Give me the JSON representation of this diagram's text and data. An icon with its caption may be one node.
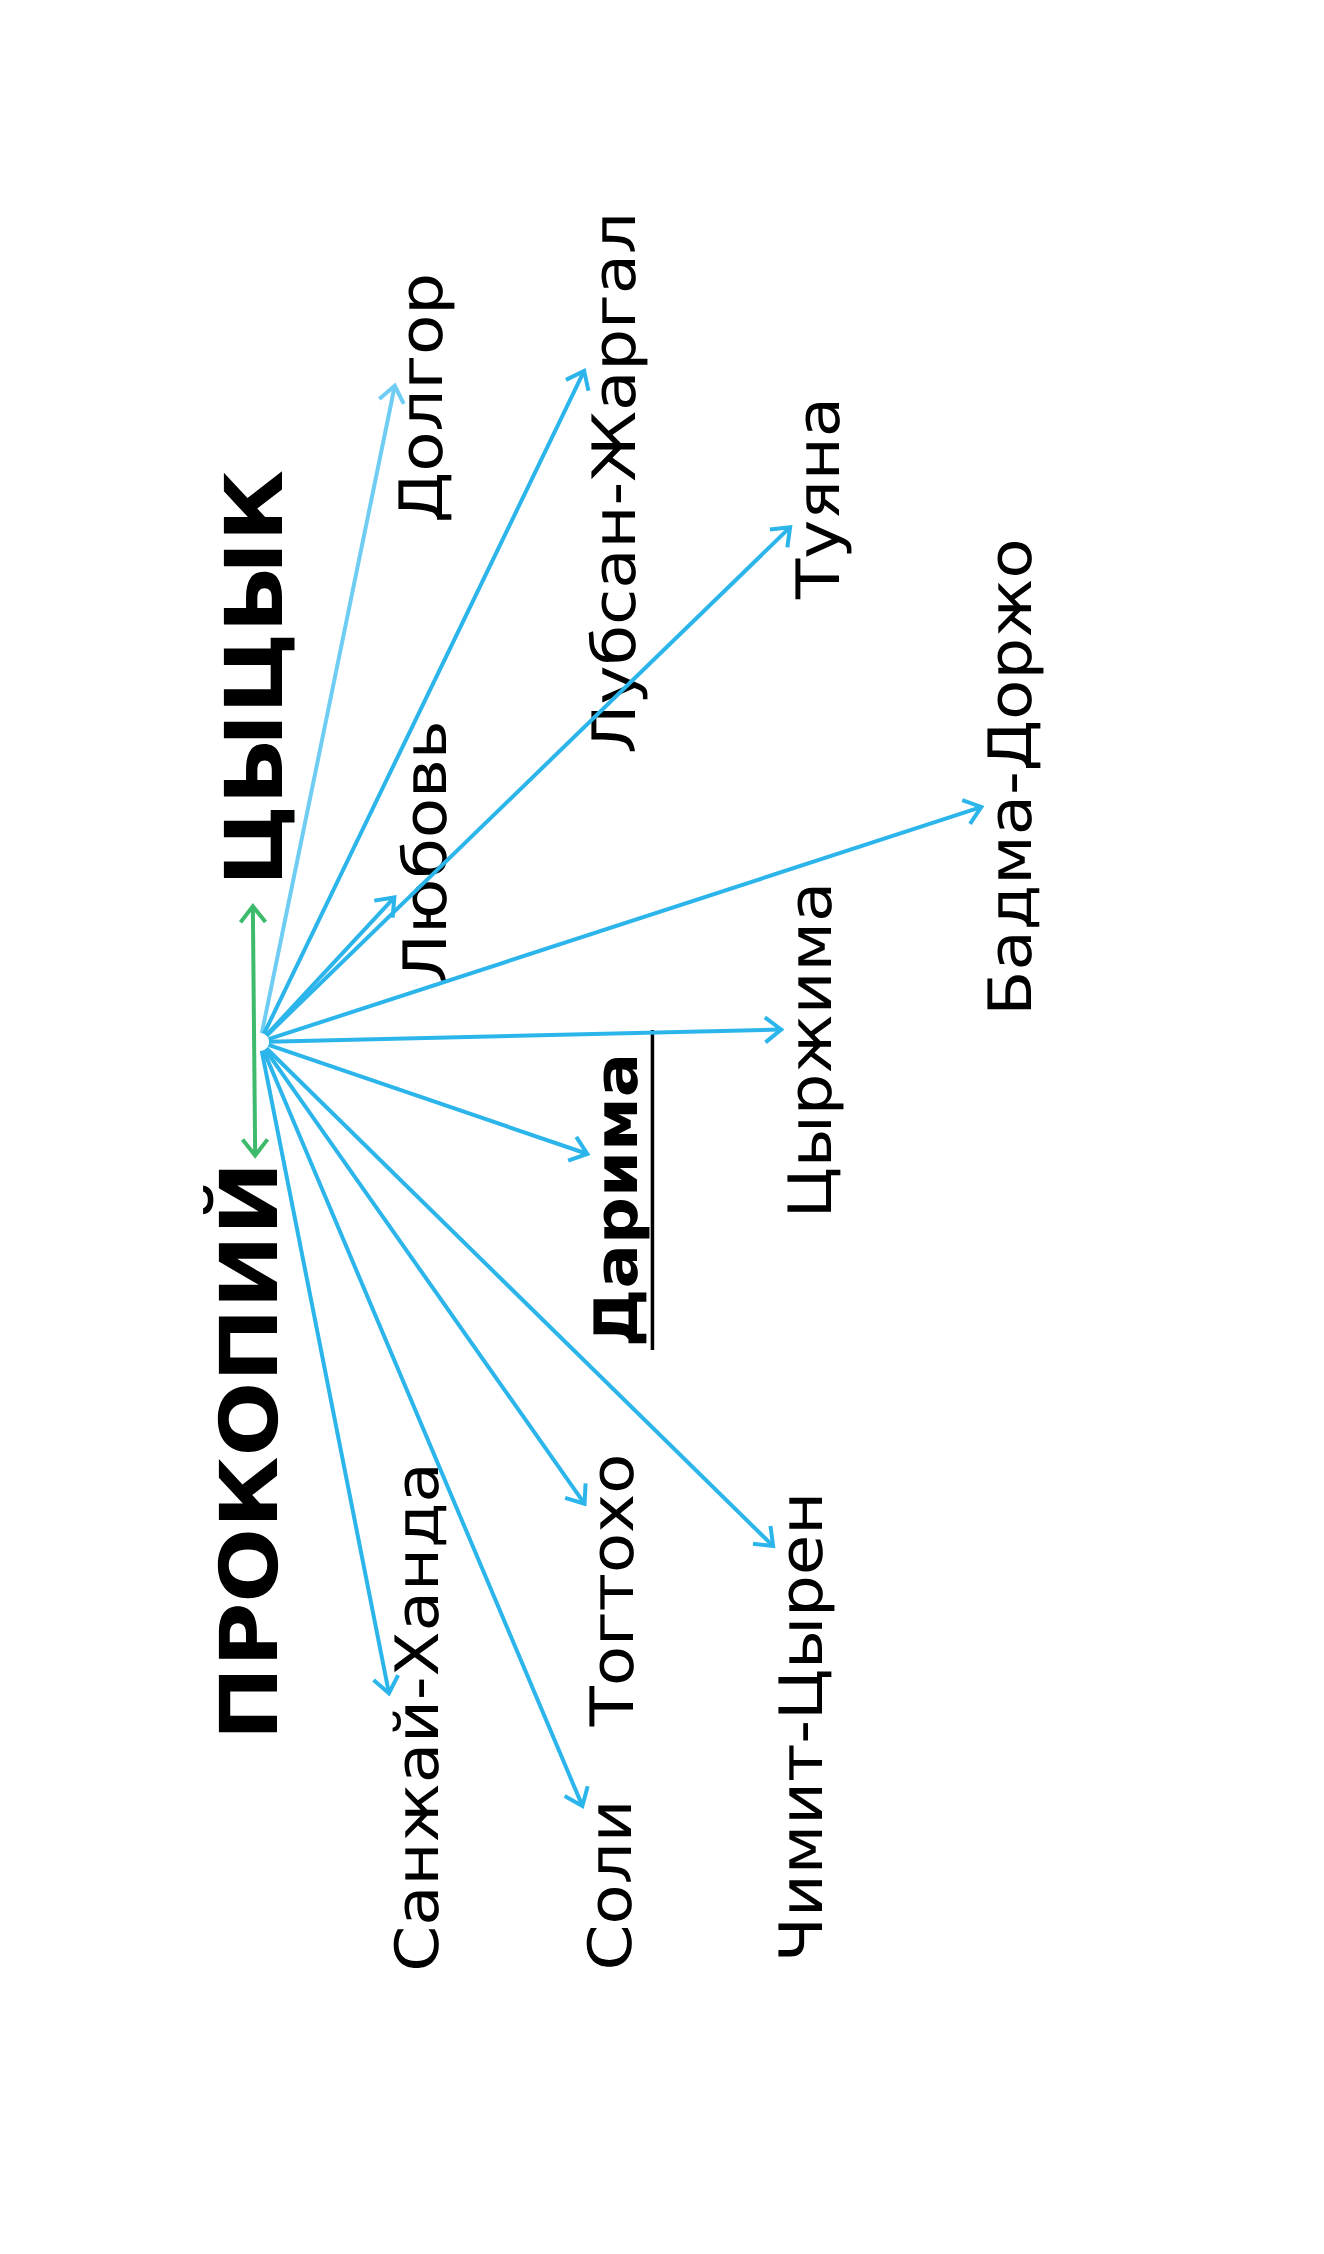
{
  "diagram": {
    "nodes": [
      {
        "text": [
          "ПРОКОПИЙ"
        ]
      },
      {
        "text": [
          "ЦЫЦЫК"
        ]
      },
      {
        "text": [
          "Санжай-Ханда"
        ]
      },
      {
        "text": [
          "Любовь"
        ]
      },
      {
        "text": [
          "Долгор"
        ]
      },
      {
        "text": [
          "Соли"
        ]
      },
      {
        "text": [
          "Тогтохо"
        ]
      },
      {
        "text": [
          "Дарима"
        ]
      },
      {
        "text": [
          "Лубсан-Жаргал"
        ]
      },
      {
        "text": [
          "Чимит-Цырен"
        ]
      },
      {
        "text": [
          "Цыржима"
        ]
      },
      {
        "text": [
          "Туяна"
        ]
      },
      {
        "text": [
          "Бадма-Доржо"
        ]
      }
    ],
    "edges": [
      {
        "from": 0,
        "to": 1,
        "arrow": "both",
        "color": "#3dba6c"
      },
      {
        "from": null,
        "to": 2,
        "arrow": "to"
      },
      {
        "from": null,
        "to": 3,
        "arrow": "to"
      },
      {
        "from": null,
        "to": 4,
        "arrow": "to",
        "color": "#6fcdf3"
      },
      {
        "from": null,
        "to": 5,
        "arrow": "to"
      },
      {
        "from": null,
        "to": 6,
        "arrow": "to"
      },
      {
        "from": null,
        "to": 7,
        "arrow": "to"
      },
      {
        "from": null,
        "to": 8,
        "arrow": "to"
      },
      {
        "from": null,
        "to": 9,
        "arrow": "to"
      },
      {
        "from": null,
        "to": 10,
        "arrow": "to"
      },
      {
        "from": null,
        "to": 11,
        "arrow": "to"
      },
      {
        "from": null,
        "to": 12,
        "arrow": "to"
      }
    ]
  }
}
